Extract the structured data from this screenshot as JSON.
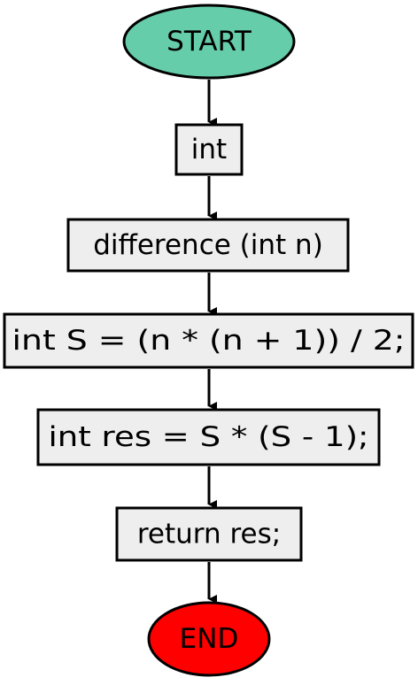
{
  "flowchart": {
    "colors": {
      "start_fill": "#66CDAA",
      "end_fill": "#FF0000",
      "box_fill": "#EEEEEE",
      "stroke": "#000000"
    },
    "start": {
      "label": "START"
    },
    "steps": [
      {
        "label": "int"
      },
      {
        "label": "difference (int n)"
      },
      {
        "label": "int S = (n * (n + 1)) / 2;"
      },
      {
        "label": "int res = S * (S - 1);"
      },
      {
        "label": "return res;"
      }
    ],
    "end": {
      "label": "END"
    }
  }
}
